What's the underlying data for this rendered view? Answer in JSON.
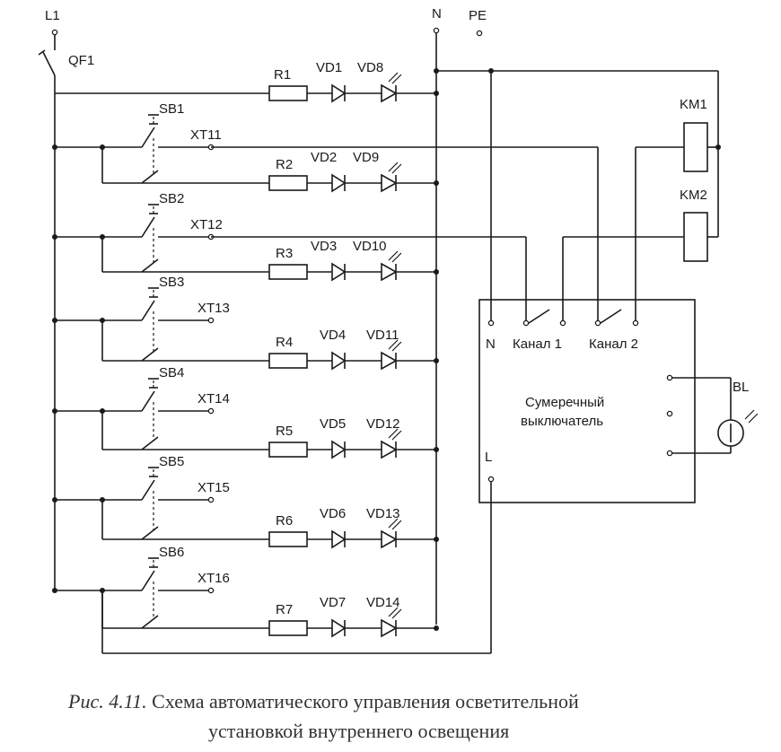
{
  "labels": {
    "L1": "L1",
    "N": "N",
    "PE": "PE",
    "QF1": "QF1",
    "KM1": "KM1",
    "KM2": "KM2",
    "BL": "BL",
    "box_N": "N",
    "box_L": "L",
    "channel1": "Канал 1",
    "channel2": "Канал 2",
    "box_title_line1": "Сумеречный",
    "box_title_line2": "выключатель"
  },
  "rows": [
    {
      "sb": "",
      "xt": "",
      "r": "R1",
      "vd_a": "VD1",
      "vd_b": "VD8"
    },
    {
      "sb": "SB1",
      "xt": "XT11",
      "r": "R2",
      "vd_a": "VD2",
      "vd_b": "VD9"
    },
    {
      "sb": "SB2",
      "xt": "XT12",
      "r": "R3",
      "vd_a": "VD3",
      "vd_b": "VD10"
    },
    {
      "sb": "SB3",
      "xt": "XT13",
      "r": "R4",
      "vd_a": "VD4",
      "vd_b": "VD11"
    },
    {
      "sb": "SB4",
      "xt": "XT14",
      "r": "R5",
      "vd_a": "VD5",
      "vd_b": "VD12"
    },
    {
      "sb": "SB5",
      "xt": "XT15",
      "r": "R6",
      "vd_a": "VD6",
      "vd_b": "VD13"
    },
    {
      "sb": "SB6",
      "xt": "XT16",
      "r": "R7",
      "vd_a": "VD7",
      "vd_b": "VD14"
    }
  ],
  "caption": {
    "prefix": "Рис. 4.11.",
    "line1": " Схема автоматического управления осветительной",
    "line2": "установкой внутреннего освещения"
  }
}
